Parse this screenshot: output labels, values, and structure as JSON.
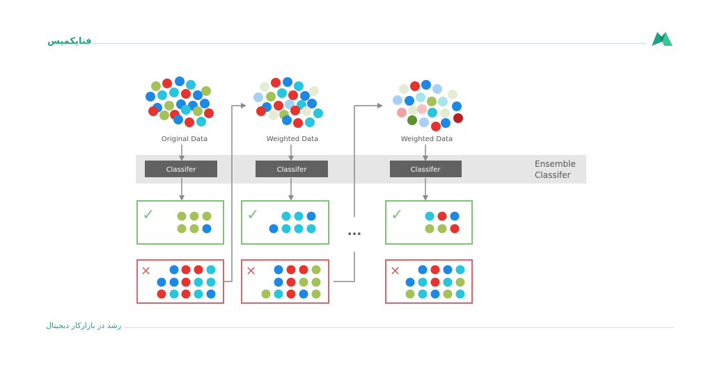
{
  "header": {
    "brand": "فناپکمپس"
  },
  "footer": {
    "tagline": "رشد در بازارکار دیجیتال"
  },
  "colors": {
    "accent": "#1aa384",
    "green_box": "#7cc576",
    "red_box": "#d9676a",
    "band": "#e6e6e6",
    "classifier": "#616161",
    "arrow": "#8a8a8a"
  },
  "diagram": {
    "stages": [
      {
        "label": "Original Data",
        "classifier": "Classifer"
      },
      {
        "label": "Weighted Data",
        "classifier": "Classifer"
      },
      {
        "label": "Weighted Data",
        "classifier": "Classifer"
      }
    ],
    "ensemble_label_line1": "Ensemble",
    "ensemble_label_line2": "Classifer",
    "ellipsis": "...",
    "check_symbol": "✓",
    "cross_symbol": "✕"
  }
}
